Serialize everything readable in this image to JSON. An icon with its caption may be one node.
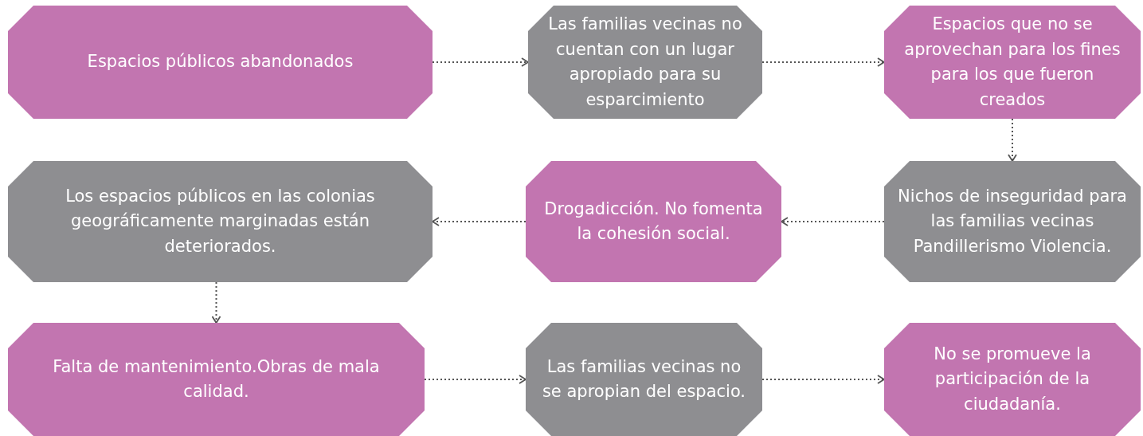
{
  "diagram": {
    "nodes": [
      {
        "text": [
          "Espacios públicos abandonados"
        ]
      },
      {
        "text": [
          "Las familias vecinas no cuentan con un lugar apropiado para su esparcimiento"
        ]
      },
      {
        "text": [
          "Espacios que no se aprovechan para los fines para los que fueron creados"
        ]
      },
      {
        "text": [
          "Nichos de inseguridad para las familias vecinas Pandillerismo Violencia."
        ]
      },
      {
        "text": [
          "Drogadicción. No fomenta la cohesión social."
        ]
      },
      {
        "text": [
          "Los espacios públicos en las colonias geográficamente marginadas están deteriorados."
        ]
      },
      {
        "text": [
          "Falta de mantenimiento.Obras de mala calidad."
        ]
      },
      {
        "text": [
          "Las familias vecinas no se apropian del espacio."
        ]
      },
      {
        "text": [
          "No se promueve la participación de la ciudadanía."
        ]
      }
    ],
    "edges": [
      {
        "from": 0,
        "to": 1,
        "arrow": "to"
      },
      {
        "from": 1,
        "to": 2,
        "arrow": "to"
      },
      {
        "from": 2,
        "to": 3,
        "arrow": "to"
      },
      {
        "from": 3,
        "to": 4,
        "arrow": "to"
      },
      {
        "from": 4,
        "to": 5,
        "arrow": "to"
      },
      {
        "from": 5,
        "to": 6,
        "arrow": "to"
      },
      {
        "from": 6,
        "to": 7,
        "arrow": "to"
      },
      {
        "from": 7,
        "to": 8,
        "arrow": "to"
      }
    ]
  }
}
